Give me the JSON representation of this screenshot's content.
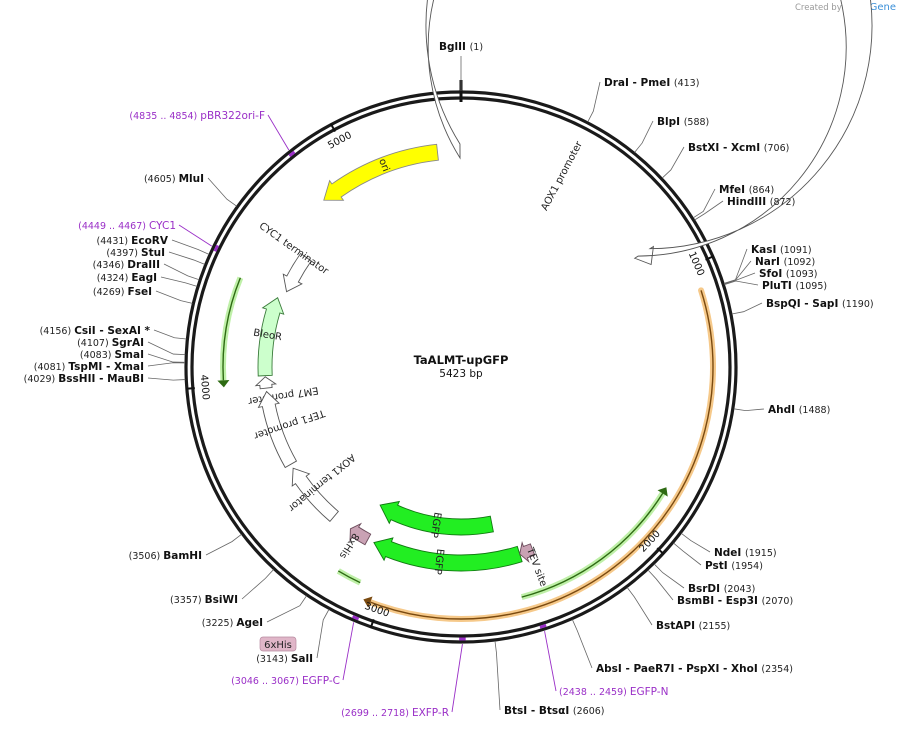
{
  "credit": {
    "prefix": "Created by",
    "brand": "SnapGene"
  },
  "plasmid": {
    "name": "TaALMT-upGFP",
    "size_label": "5423 bp",
    "length": 5423
  },
  "ticks": [
    {
      "bp": 1000,
      "label": "1000"
    },
    {
      "bp": 2000,
      "label": "2000"
    },
    {
      "bp": 3000,
      "label": "3000"
    },
    {
      "bp": 4000,
      "label": "4000"
    },
    {
      "bp": 5000,
      "label": "5000"
    }
  ],
  "enzymes": [
    {
      "bp": 1,
      "parts": [
        "BglII"
      ],
      "pos": "(1)"
    },
    {
      "bp": 413,
      "parts": [
        "DraI",
        "- PmeI"
      ],
      "pos": "(413)"
    },
    {
      "bp": 588,
      "parts": [
        "BlpI"
      ],
      "pos": "(588)"
    },
    {
      "bp": 706,
      "parts": [
        "BstXI",
        "- XcmI"
      ],
      "pos": "(706)"
    },
    {
      "bp": 864,
      "parts": [
        "MfeI"
      ],
      "pos": "(864)"
    },
    {
      "bp": 872,
      "parts": [
        "HindIII"
      ],
      "pos": "(872)"
    },
    {
      "bp": 1091,
      "parts": [
        "KasI"
      ],
      "pos": "(1091)"
    },
    {
      "bp": 1092,
      "parts": [
        "NarI"
      ],
      "pos": "(1092)"
    },
    {
      "bp": 1093,
      "parts": [
        "SfoI"
      ],
      "pos": "(1093)"
    },
    {
      "bp": 1095,
      "parts": [
        "PluTI"
      ],
      "pos": "(1095)"
    },
    {
      "bp": 1190,
      "parts": [
        "BspQI",
        "- SapI"
      ],
      "pos": "(1190)"
    },
    {
      "bp": 1488,
      "parts": [
        "AhdI"
      ],
      "pos": "(1488)"
    },
    {
      "bp": 1915,
      "parts": [
        "NdeI"
      ],
      "pos": "(1915)"
    },
    {
      "bp": 1954,
      "parts": [
        "PstI"
      ],
      "pos": "(1954)"
    },
    {
      "bp": 2043,
      "parts": [
        "BsrDI"
      ],
      "pos": "(2043)"
    },
    {
      "bp": 2070,
      "parts": [
        "BsmBI",
        "- Esp3I"
      ],
      "pos": "(2070)"
    },
    {
      "bp": 2155,
      "parts": [
        "BstAPI"
      ],
      "pos": "(2155)"
    },
    {
      "bp": 2354,
      "parts": [
        "AbsI",
        "- PaeR7I",
        "- PspXI",
        "- XhoI"
      ],
      "pos": "(2354)"
    },
    {
      "bp": 2606,
      "parts": [
        "BtsI",
        "- BtsαI"
      ],
      "pos": "(2606)"
    },
    {
      "bp": 3143,
      "parts": [
        "SalI"
      ],
      "pos": "(3143)"
    },
    {
      "bp": 3225,
      "parts": [
        "AgeI"
      ],
      "pos": "(3225)"
    },
    {
      "bp": 3357,
      "parts": [
        "BsiWI"
      ],
      "pos": "(3357)"
    },
    {
      "bp": 3506,
      "parts": [
        "BamHI"
      ],
      "pos": "(3506)"
    },
    {
      "bp": 4029,
      "parts": [
        "BssHII",
        "- MauBI"
      ],
      "pos": "(4029)"
    },
    {
      "bp": 4081,
      "parts": [
        "TspMI",
        "- XmaI"
      ],
      "pos": "(4081)"
    },
    {
      "bp": 4083,
      "parts": [
        "SmaI"
      ],
      "pos": "(4083)"
    },
    {
      "bp": 4107,
      "parts": [
        "SgrAI"
      ],
      "pos": "(4107)"
    },
    {
      "bp": 4156,
      "parts": [
        "CsiI",
        "- SexAI *"
      ],
      "pos": "(4156)"
    },
    {
      "bp": 4269,
      "parts": [
        "FseI"
      ],
      "pos": "(4269)"
    },
    {
      "bp": 4324,
      "parts": [
        "EagI"
      ],
      "pos": "(4324)"
    },
    {
      "bp": 4346,
      "parts": [
        "DraIII"
      ],
      "pos": "(4346)"
    },
    {
      "bp": 4397,
      "parts": [
        "StuI"
      ],
      "pos": "(4397)"
    },
    {
      "bp": 4431,
      "parts": [
        "EcoRV"
      ],
      "pos": "(4431)"
    },
    {
      "bp": 4605,
      "parts": [
        "MluI"
      ],
      "pos": "(4605)"
    }
  ],
  "primers": [
    {
      "bp": 4845,
      "name": "pBR322ori-F",
      "pos": "(4835 .. 4854)"
    },
    {
      "bp": 4458,
      "name": "CYC1",
      "pos": "(4449 .. 4467)"
    },
    {
      "bp": 3056,
      "name": "EGFP-C",
      "pos": "(3046 .. 3067)"
    },
    {
      "bp": 2708,
      "name": "EXFP-R",
      "pos": "(2699 .. 2718)"
    },
    {
      "bp": 2448,
      "name": "EGFP-N",
      "pos": "(2438 .. 2459)"
    }
  ],
  "features": [
    {
      "name": "ori",
      "color": "#ffff00"
    },
    {
      "name": "AOX1 promoter",
      "color": "#ffffff"
    },
    {
      "name": "CYC1 terminator",
      "color": "#ffffff"
    },
    {
      "name": "BleoR",
      "color": "#ccffcc"
    },
    {
      "name": "EM7 promoter",
      "color": "#ffffff"
    },
    {
      "name": "TEF1 promoter",
      "color": "#ffffff"
    },
    {
      "name": "AOX1 terminator",
      "color": "#ffffff"
    },
    {
      "name": "8xHis",
      "color": "#c9a2b4"
    },
    {
      "name": "EGFP",
      "color": "#22ee22"
    },
    {
      "name": "TEV site",
      "color": "#c9a2b4"
    }
  ],
  "tag_box": {
    "label": "6xHis",
    "color": "#e0b6c8"
  }
}
